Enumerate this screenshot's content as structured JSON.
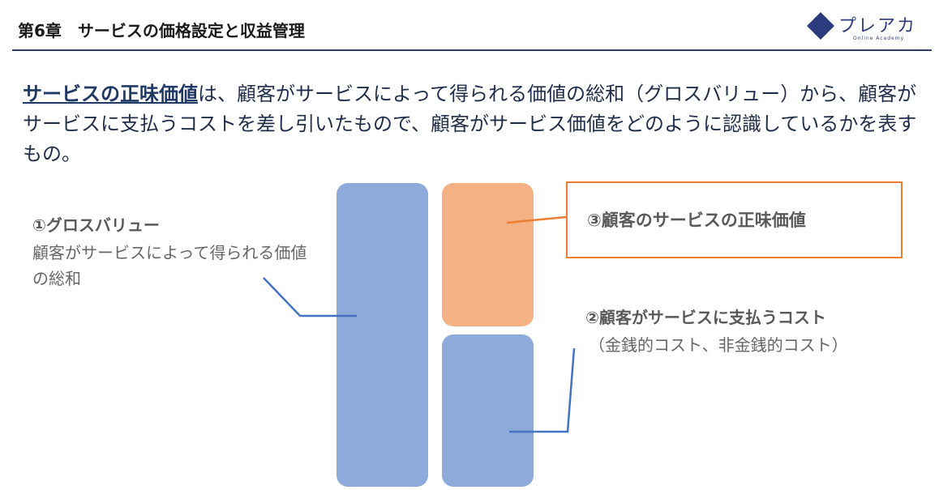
{
  "header": {
    "title": "第6章　サービスの価格設定と収益管理"
  },
  "logo": {
    "name": "プレアカ",
    "tagline": "Online Academy"
  },
  "intro": {
    "keyword": "サービスの正味価値",
    "text": "は、顧客がサービスによって得られる価値の総和（グロスバリュー）から、顧客がサービスに支払うコストを差し引いたもので、顧客がサービス価値をどのように認識しているかを表すもの。"
  },
  "diagram": {
    "gross": {
      "title": "①グロスバリュー",
      "description": "顧客がサービスによって得られる価値の総和"
    },
    "net": {
      "title": "③顧客のサービスの正味価値"
    },
    "cost": {
      "title": "②顧客がサービスに支払うコスト",
      "subtitle": "（金銭的コスト、非金銭的コスト）"
    },
    "colors": {
      "blue_bar": "#8eaadb",
      "orange_bar": "#f4b183",
      "orange_border": "#ed7d31",
      "blue_line": "#4472c4"
    }
  }
}
